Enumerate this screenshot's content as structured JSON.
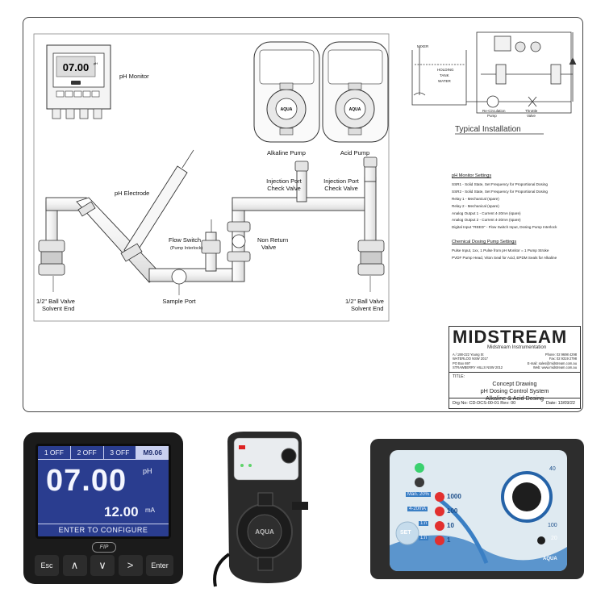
{
  "diagram": {
    "labels": {
      "ph_monitor": "pH Monitor",
      "alkaline_pump": "Alkaline Pump",
      "acid_pump": "Acid Pump",
      "ph_electrode": "pH Electrode",
      "flow_switch": "Flow Switch",
      "flow_switch_sub": "(Pump Interlock)",
      "non_return": "Non Return",
      "non_return_2": "Valve",
      "inj_left_1": "Injection Port",
      "inj_left_2": "Check Valve",
      "inj_right_1": "Injection Port",
      "inj_right_2": "Check Valve",
      "ball_left_1": "1/2\" Ball Valve",
      "ball_left_2": "Solvent End",
      "ball_right_1": "1/2\" Ball Valve",
      "ball_right_2": "Solvent End",
      "sample_port": "Sample Port"
    },
    "monitor_screen_value": "07.00",
    "monitor_screen_unit": "pH",
    "pump_brand": "AQUA"
  },
  "typical_installation": {
    "caption": "Typical Installation",
    "mixer": "MIXER",
    "tank_1": "HOLDING",
    "tank_2": "TANK",
    "tank_3": "WATER",
    "recirc_1": "Re-Circulation",
    "recirc_2": "Pump",
    "throttle_1": "Throttle",
    "throttle_2": "Valve"
  },
  "settings": {
    "ph_heading": "pH Monitor Settings",
    "ph_items": [
      "SSR1 - Solid State, Set Frequency for Proportional Dosing",
      "SSR2 - Solid State, Set Frequency for Proportional Dosing",
      "Relay 1 - Mechanical (spare)",
      "Relay 2 - Mechanical (spare)",
      "Analog Output 1 - Current 4-20mA (spare)",
      "Analog Output 2 - Current 4-20mA (spare)",
      "Digital Input \"REED\" - Flow Switch Input, Dosing Pump Interlock"
    ],
    "pump_heading": "Chemical Dosing Pump Settings",
    "pump_items": [
      "Pulse Input, 1xx, 1 Pulse from pH Monitor = 1 Pump Stroke",
      "PVDF Pump Head, Viton Seal for Acid, EPDM Seals for Alkaline"
    ]
  },
  "title_block": {
    "company_logo": "MIDSTREAM",
    "company": "Midstream Instrumentation",
    "addr_1": "A / 188-222 Young St",
    "addr_2": "WATERLOO NSW 2017",
    "addr_3": "PO Box 697",
    "addr_4": "STRAWBERRY HILLS NSW 2012",
    "phone": "Phone: 02 9698 4298",
    "fax": "Fax: 02 9319 2798",
    "email": "E-mail: sales@midstream.com.au",
    "web": "Web: www.midstream.com.au",
    "title_label": "TITLE:",
    "title_1": "Concept Drawing",
    "title_2": "pH Dosing Control System",
    "title_3": "Alkaline & Acid Dosing",
    "drg": "Drg No: CD-DCS-00-01  Rev: 00",
    "date": "Date: 13/09/22"
  },
  "monitor_photo": {
    "status_1": "1 OFF",
    "status_2": "2 OFF",
    "status_3": "3 OFF",
    "status_4": "M9.06",
    "ph_value": "07.00",
    "ph_unit": "pH",
    "ma_value": "12.00",
    "ma_unit": "mA",
    "prompt": "ENTER TO CONFIGURE",
    "brand": "FIP",
    "keys": [
      "Esc",
      "∧",
      "∨",
      ">",
      "Enter"
    ]
  },
  "pump_photo": {
    "brand": "AQUA"
  },
  "panel_photo": {
    "mode_labels": [
      "Man. 20%",
      "4-20mA",
      "1:n",
      "1:n"
    ],
    "range_values": [
      "1000",
      "100",
      "10",
      "1"
    ],
    "dial_values": [
      "40",
      "100",
      "20"
    ],
    "set_label": "SET",
    "brand": "AQUA"
  },
  "colors": {
    "line": "#333333",
    "screen_bg": "#2a3d8f",
    "led_green": "#3bd16f",
    "led_red": "#e2302f",
    "panel_blue": "#3a7fc4"
  }
}
